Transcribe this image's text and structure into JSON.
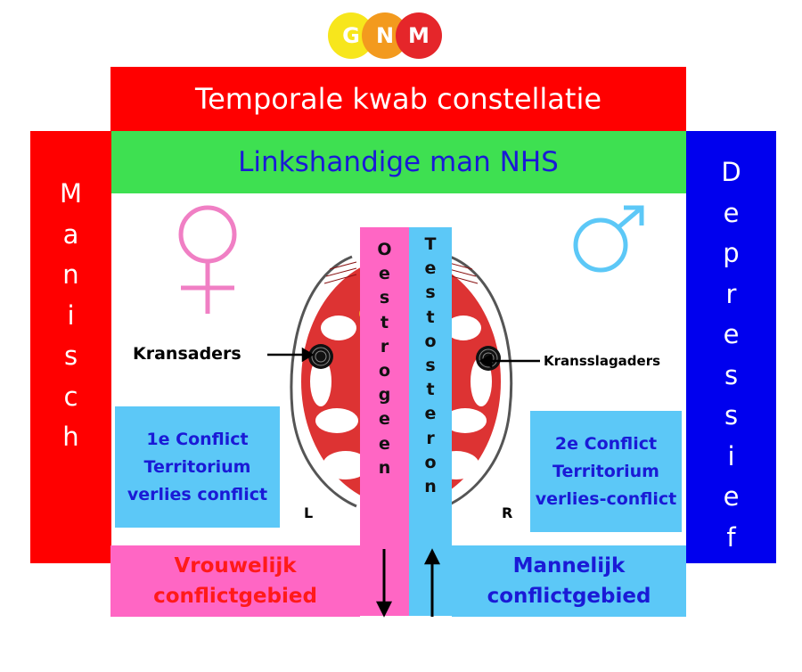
{
  "logo": {
    "letters": [
      "G",
      "N",
      "M"
    ]
  },
  "title": "Temporale kwab constellatie",
  "subtitle": "Linkshandige man NHS",
  "left_side": {
    "letters": [
      "M",
      "a",
      "n",
      "i",
      "s",
      "c",
      "h"
    ]
  },
  "right_side": {
    "letters": [
      "D",
      "e",
      "p",
      "r",
      "e",
      "s",
      "s",
      "i",
      "e",
      "f"
    ]
  },
  "center_left": {
    "letters": [
      "O",
      "e",
      "s",
      "t",
      "r",
      "o",
      "g",
      "e",
      "e",
      "n"
    ]
  },
  "center_right": {
    "letters": [
      "T",
      "e",
      "s",
      "t",
      "o",
      "s",
      "t",
      "e",
      "r",
      "o",
      "n"
    ]
  },
  "labels": {
    "left_artery": "Kransaders",
    "right_artery": "Kransslagaders",
    "hemisphere_left": "L",
    "hemisphere_right": "R"
  },
  "box_left": {
    "text": "1e Conflict Territorium verlies conflict"
  },
  "box_right": {
    "text": "2e Conflict Territorium verlies-conflict"
  },
  "footer_left": "Vrouwelijk conflictgebied",
  "footer_right": "Mannelijk conflictgebied",
  "icons": {
    "female": "female-symbol-icon",
    "male": "male-symbol-icon"
  },
  "colors": {
    "red": "#ff0000",
    "green": "#3ee051",
    "blue": "#0000ee",
    "pink": "#ff66c4",
    "light_blue": "#5cc8f7"
  }
}
